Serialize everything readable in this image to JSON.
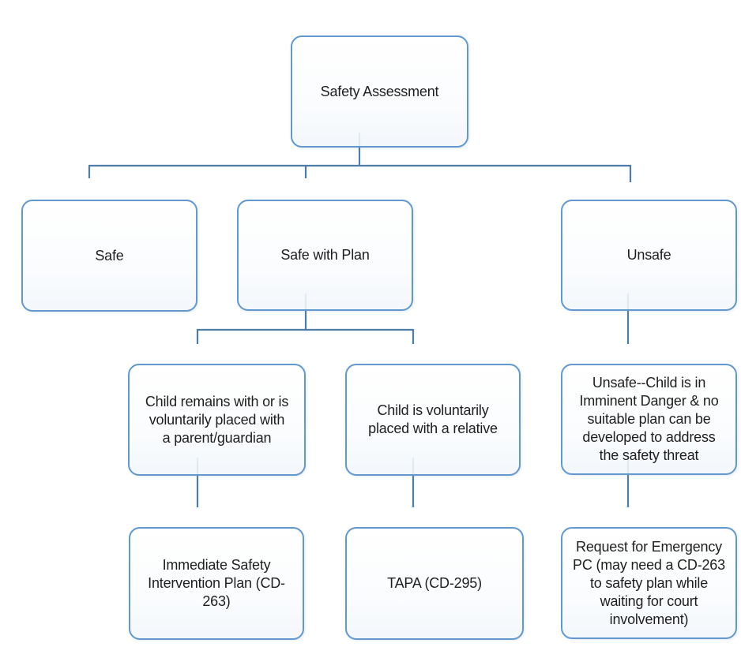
{
  "colors": {
    "box_border": "#6199CE",
    "connector": "#4E7DA7",
    "text": "#1F1F1F"
  },
  "nodes": {
    "safety_assessment": {
      "label": "Safety Assessment"
    },
    "safe": {
      "label": "Safe"
    },
    "safe_with_plan": {
      "label": "Safe with Plan"
    },
    "unsafe": {
      "label": "Unsafe"
    },
    "child_parent_guardian": {
      "label": "Child remains with or is\nvoluntarily placed with\na parent/guardian"
    },
    "child_relative": {
      "label": "Child is voluntarily\nplaced with a relative"
    },
    "unsafe_imminent_danger": {
      "label": "Unsafe--Child is in\nImminent Danger & no\nsuitable plan can be\ndeveloped to address\nthe safety threat"
    },
    "immediate_safety_plan": {
      "label": "Immediate Safety\nIntervention Plan (CD-\n263)"
    },
    "tapa": {
      "label": "TAPA (CD-295)"
    },
    "request_emergency_pc": {
      "label": "Request for Emergency\nPC (may need a CD-263\nto safety plan while\nwaiting for court\ninvolvement)"
    }
  },
  "edges": [
    {
      "from": "safety_assessment",
      "to": "safe"
    },
    {
      "from": "safety_assessment",
      "to": "safe_with_plan"
    },
    {
      "from": "safety_assessment",
      "to": "unsafe"
    },
    {
      "from": "safe_with_plan",
      "to": "child_parent_guardian"
    },
    {
      "from": "safe_with_plan",
      "to": "child_relative"
    },
    {
      "from": "unsafe",
      "to": "unsafe_imminent_danger"
    },
    {
      "from": "child_parent_guardian",
      "to": "immediate_safety_plan"
    },
    {
      "from": "child_relative",
      "to": "tapa"
    },
    {
      "from": "unsafe_imminent_danger",
      "to": "request_emergency_pc"
    }
  ]
}
